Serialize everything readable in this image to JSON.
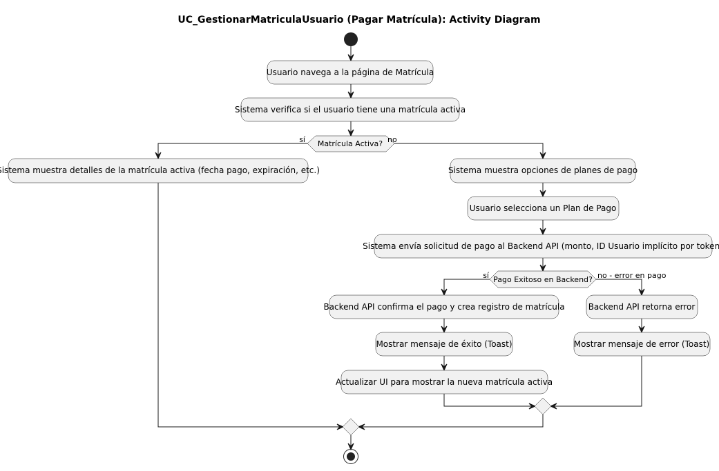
{
  "title": "UC_GestionarMatriculaUsuario (Pagar Matrícula): Activity Diagram",
  "activities": {
    "navigate": "Usuario navega a la página de Matrícula",
    "verify": "Sistema verifica si el usuario tiene una matrícula activa",
    "show_details": "Sistema muestra detalles de la matrícula activa (fecha pago, expiración, etc.)",
    "show_plans": "Sistema muestra opciones de planes de pago",
    "select_plan": "Usuario selecciona un Plan de Pago",
    "send_request": "Sistema envía solicitud de pago al Backend API (monto, ID Usuario implícito por token)",
    "confirm": "Backend API confirma el pago y crea registro de matrícula",
    "success_msg": "Mostrar mensaje de éxito (Toast)",
    "update_ui": "Actualizar UI para mostrar la nueva matrícula activa",
    "return_error": "Backend API retorna error",
    "error_msg": "Mostrar mensaje de error (Toast)"
  },
  "decisions": {
    "active": {
      "question": "Matrícula Activa?",
      "yes": "sí",
      "no": "no"
    },
    "payment": {
      "question": "Pago Exitoso en Backend?",
      "yes": "sí",
      "no": "no - error en pago"
    }
  },
  "colors": {
    "node_fill": "#f1f1f1",
    "line": "#181818",
    "start_end": "#222222"
  }
}
